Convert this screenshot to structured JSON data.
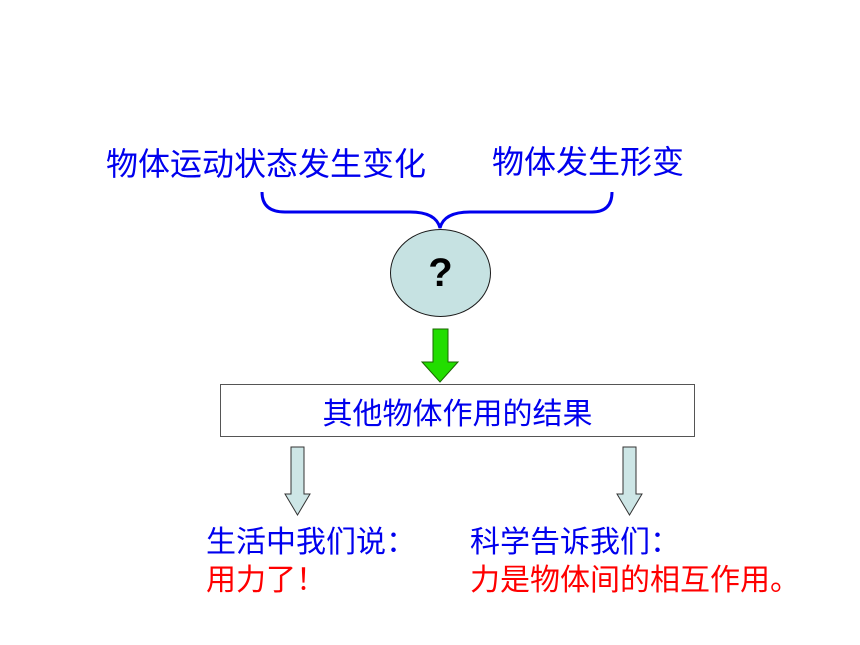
{
  "top": {
    "left_label": "物体运动状态发生变化",
    "right_label": "物体发生形变"
  },
  "center": {
    "question": "?"
  },
  "result_box": {
    "text": "其他物体作用的结果"
  },
  "left_branch": {
    "line1": "生活中我们说：",
    "line2": "用力了！"
  },
  "right_branch": {
    "line1": "科学告诉我们：",
    "line2": "力是物体间的相互作用。"
  },
  "colors": {
    "text_blue": "#0000ee",
    "text_red": "#ff0000",
    "circle_fill": "#c6e2e2",
    "green_arrow": "#22dd00",
    "gray_arrow": "#cde6e6"
  }
}
